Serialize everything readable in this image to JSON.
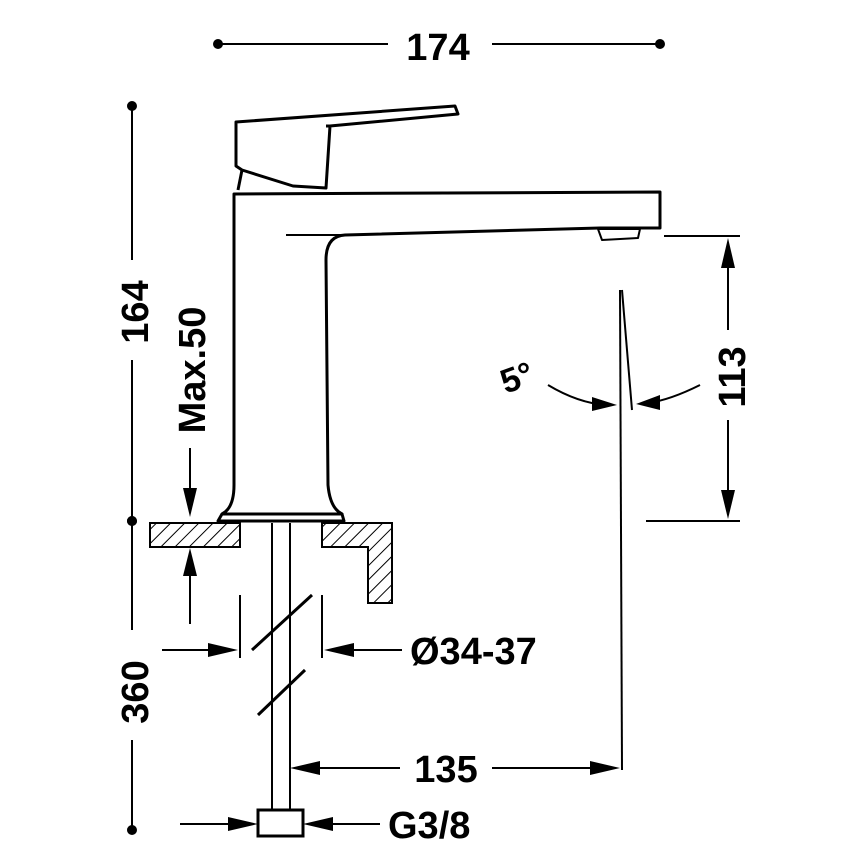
{
  "drawing": {
    "dim_width": "174",
    "dim_height_total": "164",
    "dim_max_thickness": "Max.50",
    "dim_spout_height": "113",
    "dim_angle": "5°",
    "dim_hole_diameter": "Ø34-37",
    "dim_hose_length": "360",
    "dim_spout_reach": "135",
    "dim_connection": "G3/8"
  },
  "colors": {
    "line": "#000000",
    "background": "#ffffff"
  }
}
